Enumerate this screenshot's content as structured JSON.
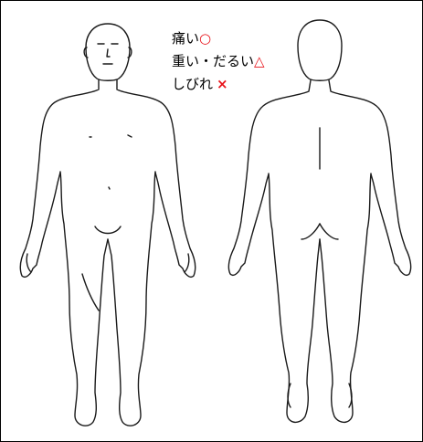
{
  "legend": {
    "items": [
      {
        "label": "痛い",
        "symbol": "○",
        "symbol_name": "circle",
        "color": "#e8141b"
      },
      {
        "label": "重い・だるい",
        "symbol": "△",
        "symbol_name": "triangle",
        "color": "#e8141b"
      },
      {
        "label": "しびれ",
        "symbol": "×",
        "symbol_name": "cross",
        "color": "#e8141b"
      }
    ]
  },
  "figures": {
    "front": {
      "view": "front",
      "icon": "body-front-outline"
    },
    "back": {
      "view": "back",
      "icon": "body-back-outline"
    }
  },
  "colors": {
    "outline": "#1a1a1a",
    "frame": "#000000",
    "accent": "#e8141b"
  }
}
